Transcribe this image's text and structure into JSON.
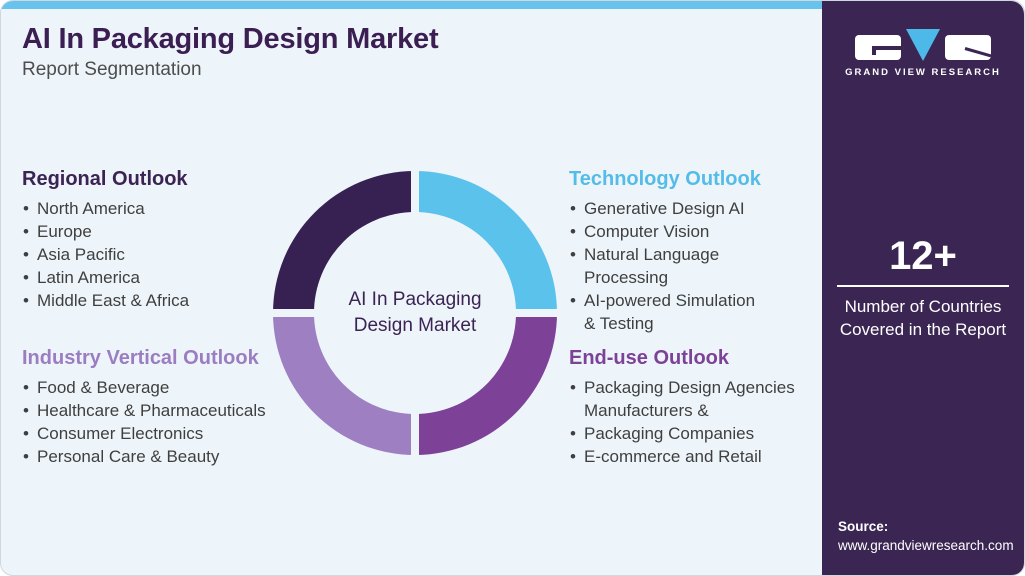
{
  "header": {
    "title": "AI In Packaging Design Market",
    "subtitle": "Report Segmentation"
  },
  "sections": [
    {
      "title": "Regional Outlook",
      "color": "#3b2353",
      "items": [
        "North America",
        "Europe",
        "Asia Pacific",
        "Latin America",
        "Middle East & Africa"
      ]
    },
    {
      "title": "Industry Vertical Outlook",
      "color": "#9b7dc2",
      "items": [
        "Food & Beverage",
        "Healthcare & Pharmaceuticals",
        "Consumer Electronics",
        "Personal Care & Beauty"
      ]
    },
    {
      "title": "Technology Outlook",
      "color": "#54bce8",
      "items": [
        "Generative Design AI",
        "Computer Vision",
        "Natural Language\nProcessing",
        "AI-powered Simulation\n& Testing"
      ]
    },
    {
      "title": "End-use Outlook",
      "color": "#7c4298",
      "items": [
        "Packaging Design Agencies\nManufacturers &",
        "Packaging Companies",
        "E-commerce and Retail"
      ]
    }
  ],
  "donut": {
    "center_label": "AI In Packaging\nDesign Market",
    "segments": [
      {
        "name": "Regional Outlook",
        "color": "#372152"
      },
      {
        "name": "Technology Outlook",
        "color": "#5bc2eb"
      },
      {
        "name": "End-use Outlook",
        "color": "#7d4298"
      },
      {
        "name": "Industry Vertical Outlook",
        "color": "#9d7fc2"
      }
    ]
  },
  "sidebar": {
    "brand": "GRAND VIEW RESEARCH",
    "stat_value": "12+",
    "stat_label": "Number of Countries\nCovered in the Report",
    "source_label": "Source:",
    "source_url": "www.grandviewresearch.com"
  },
  "colors": {
    "card_bg": "#eef5fa",
    "topbar": "#68c3ec",
    "sidebar_bg": "#3b2653",
    "title": "#3b1f52",
    "subtitle": "#4d4d4d",
    "body_text": "#3f3f3f",
    "logo_v_blue": "#4db9e8"
  }
}
